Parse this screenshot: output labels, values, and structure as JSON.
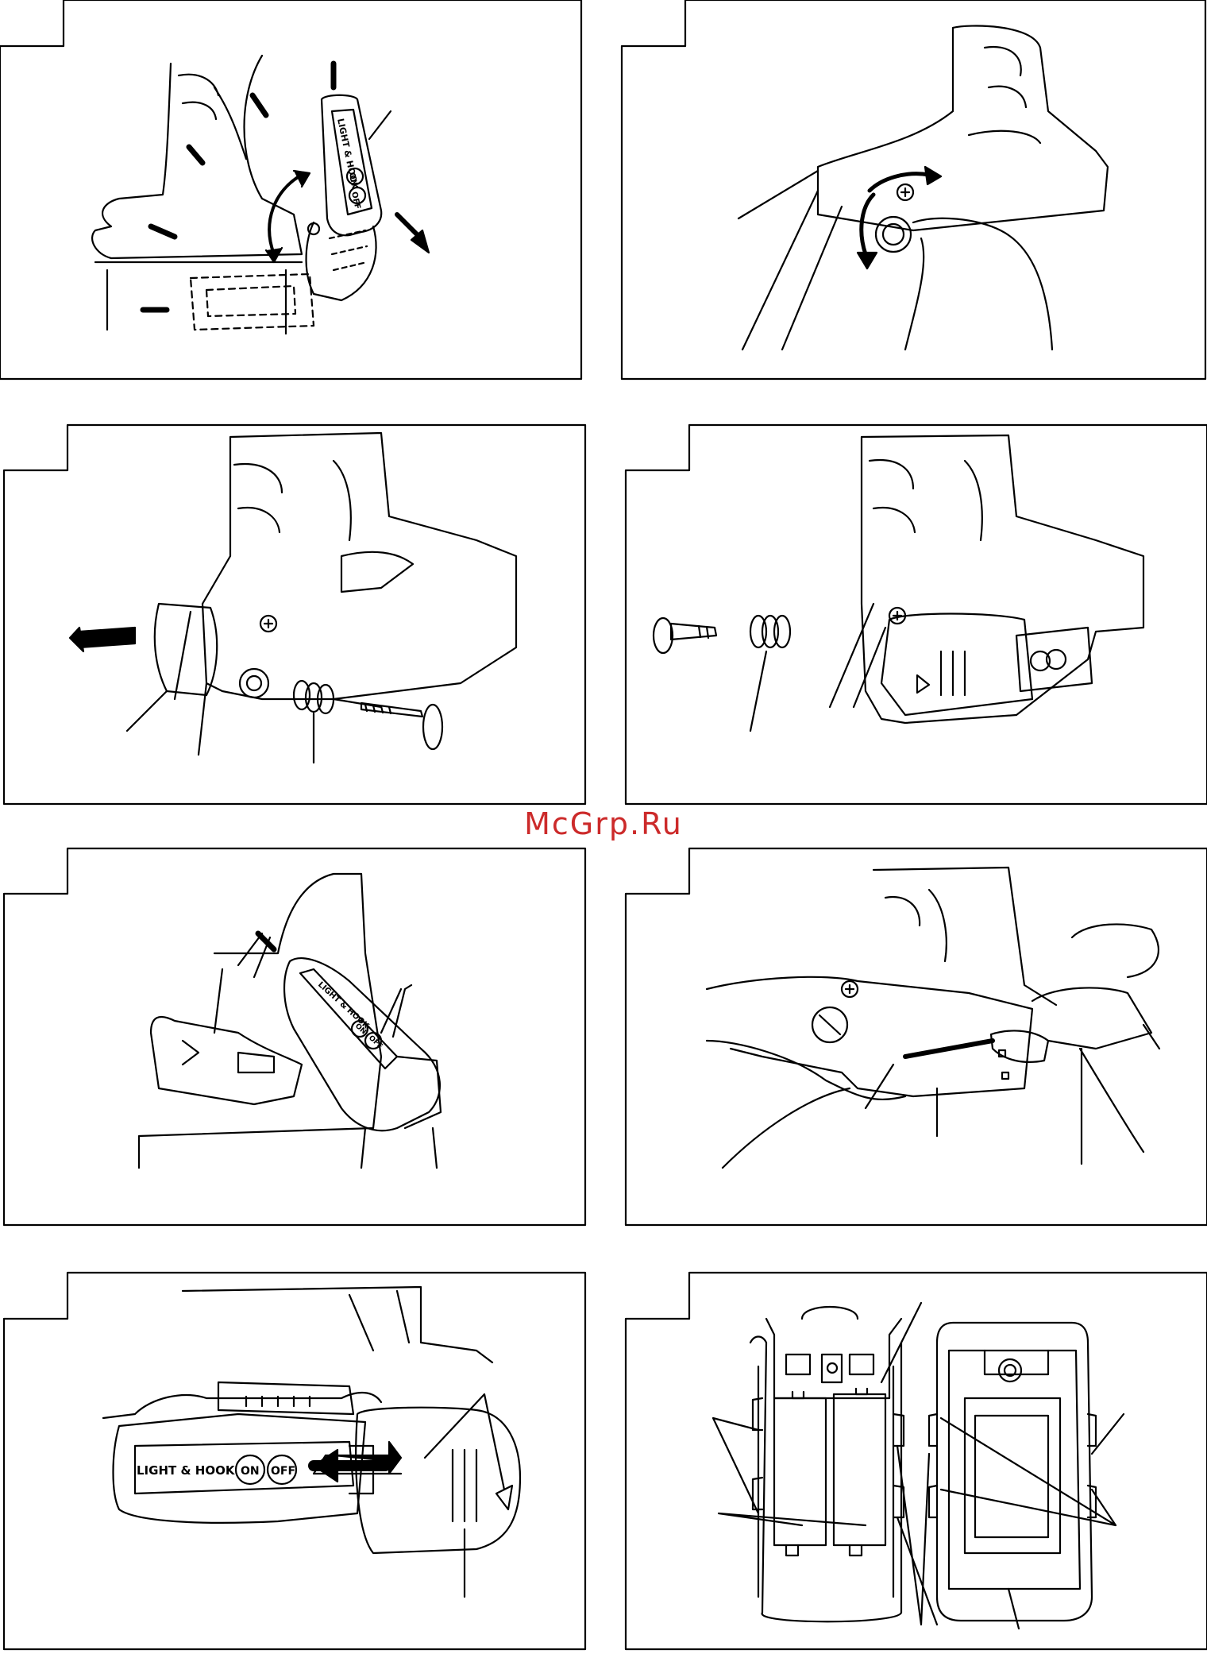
{
  "watermark": {
    "text": "McGrp.Ru",
    "color": "#cc2a2a"
  },
  "figures": [
    {
      "id": "fig-1",
      "labels": [
        "LIGHT & HOOK",
        "ON",
        "OFF"
      ]
    },
    {
      "id": "fig-2",
      "labels": []
    },
    {
      "id": "fig-3",
      "labels": []
    },
    {
      "id": "fig-4",
      "labels": []
    },
    {
      "id": "fig-5",
      "labels": [
        "LIGHT & HOOK",
        "ON",
        "OFF"
      ]
    },
    {
      "id": "fig-6",
      "labels": []
    },
    {
      "id": "fig-7",
      "labels": [
        "LIGHT & HOOK",
        "ON",
        "OFF"
      ]
    },
    {
      "id": "fig-8",
      "labels": []
    }
  ],
  "colors": {
    "line": "#000000",
    "background": "#ffffff"
  }
}
